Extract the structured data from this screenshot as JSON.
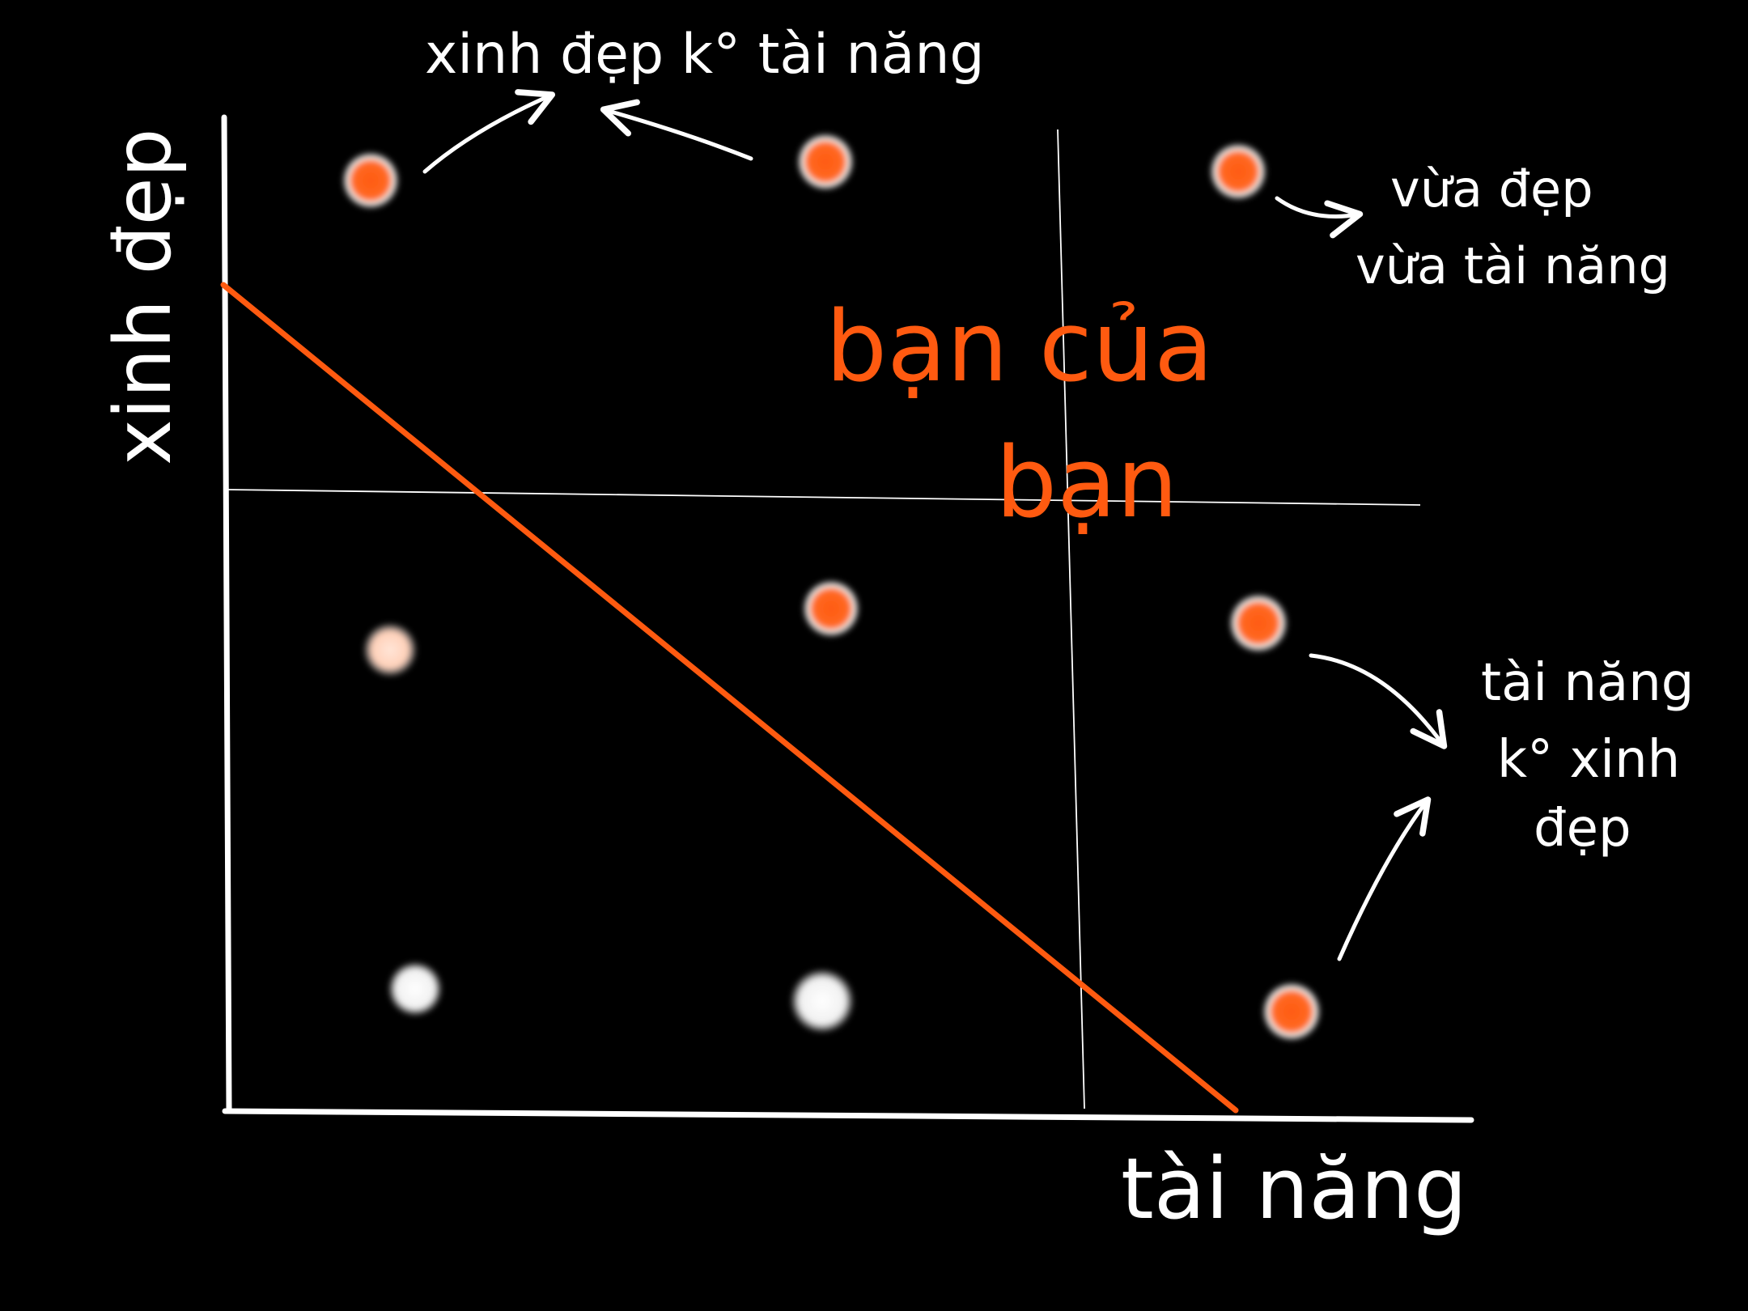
{
  "diagram": {
    "y_axis_label": "xinh đẹp",
    "x_axis_label": "tài năng",
    "center_label_line1": "bạn của",
    "center_label_line2": "bạn",
    "annotation_top": "xinh đẹp k° tài năng",
    "annotation_top_right_line1": "vừa đẹp",
    "annotation_top_right_line2": "vừa tài năng",
    "annotation_bottom_right_line1": "tài năng",
    "annotation_bottom_right_line2": "k° xinh",
    "annotation_bottom_right_line3": "đẹp"
  },
  "colors": {
    "background": "#000000",
    "ink": "#ffffff",
    "accent": "#ff5a10",
    "dot_white": "#f2f2f2",
    "dot_peach": "#ffd2bd"
  },
  "dots": [
    {
      "row": "top",
      "col": "left",
      "fill": "orange"
    },
    {
      "row": "top",
      "col": "middle",
      "fill": "orange"
    },
    {
      "row": "top",
      "col": "right",
      "fill": "orange"
    },
    {
      "row": "middle",
      "col": "left",
      "fill": "peach"
    },
    {
      "row": "middle",
      "col": "middle",
      "fill": "orange"
    },
    {
      "row": "middle",
      "col": "right",
      "fill": "orange"
    },
    {
      "row": "bottom",
      "col": "left",
      "fill": "white"
    },
    {
      "row": "bottom",
      "col": "middle",
      "fill": "white"
    },
    {
      "row": "bottom",
      "col": "right",
      "fill": "orange"
    }
  ]
}
